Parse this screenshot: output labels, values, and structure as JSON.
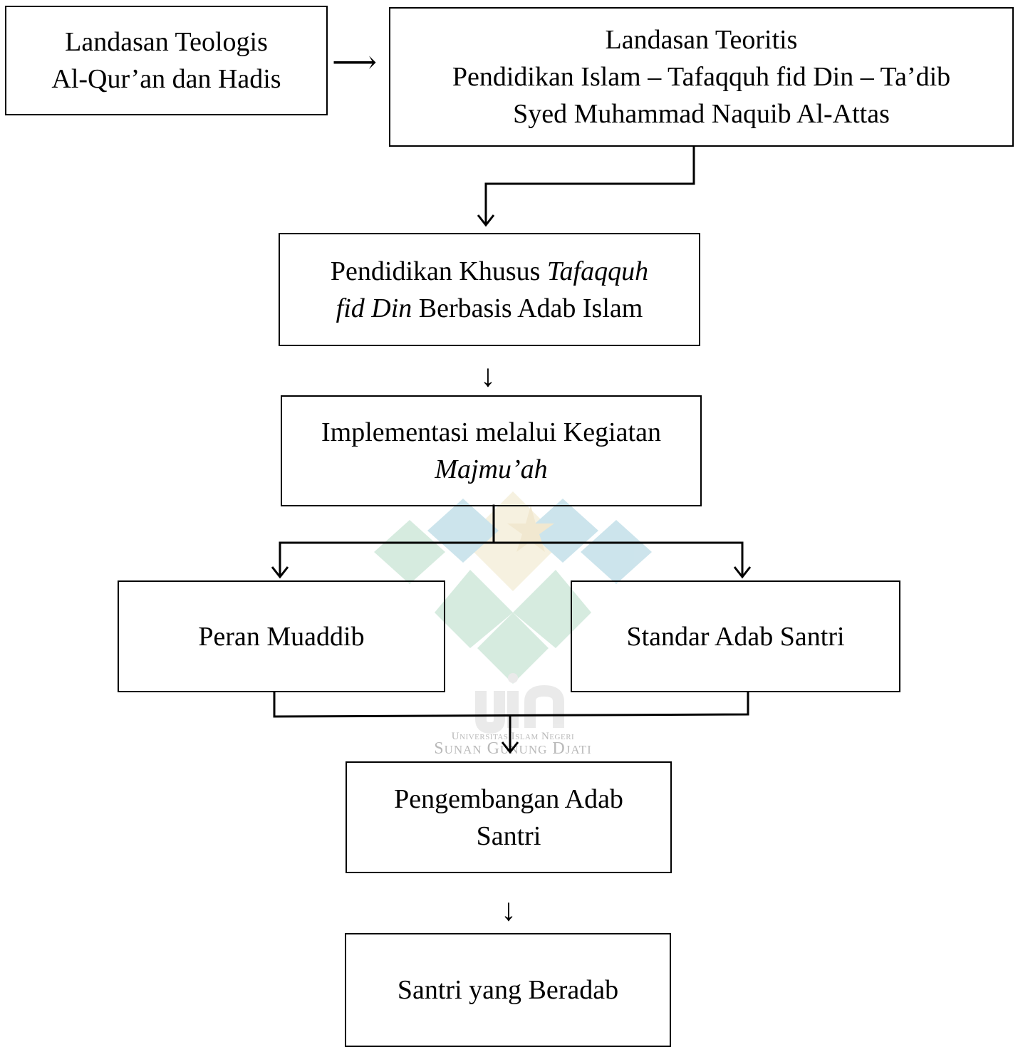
{
  "watermark": {
    "university_line": "Universitas Islam Negeri",
    "name_line": "Sunan Gunung Djati",
    "logo_text": "uin"
  },
  "boxes": {
    "landasan_teologis": {
      "line1": "Landasan Teologis",
      "line2": "Al-Qur’an dan Hadis"
    },
    "landasan_teoritis": {
      "line1": "Landasan Teoritis",
      "line2": "Pendidikan Islam – Tafaqquh fid Din – Ta’dib",
      "line3": "Syed Muhammad Naquib Al-Attas"
    },
    "pendidikan_khusus": {
      "part1": "Pendidikan Khusus ",
      "part2_italic": "Tafaqquh",
      "part3_italic": "fid Din",
      "part4": " Berbasis Adab Islam"
    },
    "implementasi": {
      "line1": "Implementasi melalui Kegiatan",
      "line2_italic": "Majmu’ah"
    },
    "peran_muaddib": {
      "label": "Peran Muaddib"
    },
    "standar_adab": {
      "label": "Standar Adab Santri"
    },
    "pengembangan": {
      "line1": "Pengembangan Adab",
      "line2": "Santri"
    },
    "santri_beradab": {
      "label": "Santri yang Beradab"
    }
  },
  "arrows": {
    "right_glyph": "⟶",
    "down_glyph": "↓"
  },
  "colors": {
    "line": "#000000",
    "watermark_teal": "#6fb3c9",
    "watermark_green": "#8cc7a4",
    "watermark_yellow": "#e8d9a8",
    "watermark_gray": "#c6c6c6"
  }
}
